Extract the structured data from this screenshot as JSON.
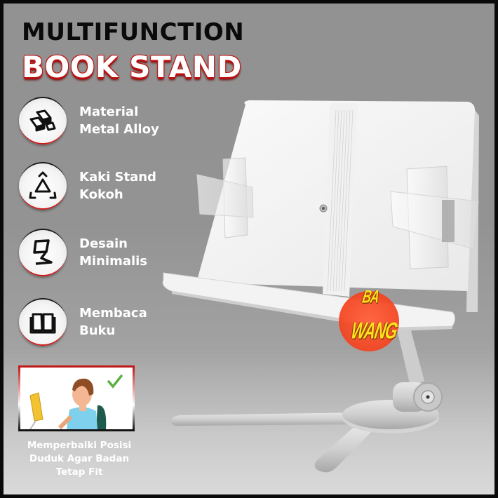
{
  "header": {
    "title_line1": "MULTIFUNCTION",
    "title_line2": "BOOK STAND"
  },
  "features": [
    {
      "icon": "metal-bars-icon",
      "line1": "Material",
      "line2": "Metal Alloy"
    },
    {
      "icon": "tripod-triangle-icon",
      "line1": "Kaki Stand",
      "line2": "Kokoh"
    },
    {
      "icon": "minimal-stand-icon",
      "line1": "Desain",
      "line2": "Minimalis"
    },
    {
      "icon": "open-book-icon",
      "line1": "Membaca",
      "line2": "Buku"
    }
  ],
  "posture_card": {
    "illustration": "person-reading-good-posture",
    "check_icon": "checkmark-icon",
    "caption_line1": "Memperbaiki Posisi",
    "caption_line2": "Duduk Agar Badan",
    "caption_line3": "Tetap Fit"
  },
  "watermark": {
    "line1": "BA",
    "line2": "WANG"
  },
  "colors": {
    "accent_red": "#c01717",
    "background_top": "#929292",
    "background_bottom": "#dadada",
    "border": "#0a0a0a",
    "badge_orange": "#f4431f",
    "badge_text_yellow": "#ffe020",
    "check_green": "#5cb044"
  }
}
